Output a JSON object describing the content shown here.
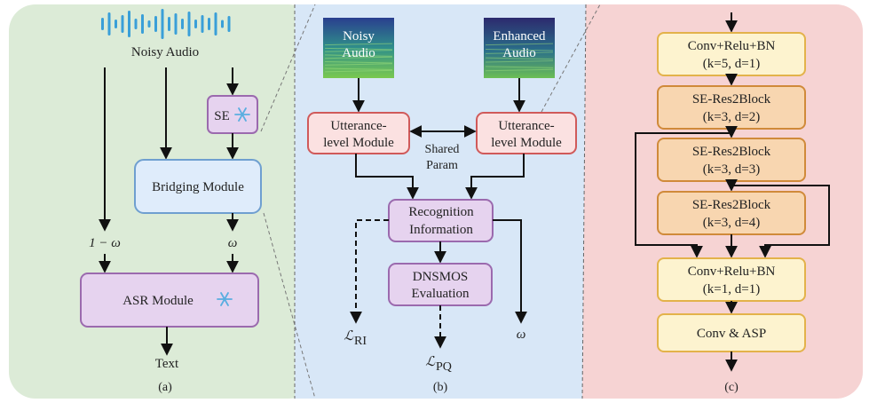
{
  "panel_a": {
    "caption": "(a)",
    "noisy_audio": "Noisy Audio",
    "se": "SE",
    "bridging_module": "Bridging Module",
    "asr_module": "ASR Module",
    "one_minus_omega": "1 − ω",
    "omega": "ω",
    "text_output": "Text"
  },
  "panel_b": {
    "caption": "(b)",
    "noisy_audio": [
      "Noisy",
      "Audio"
    ],
    "enhanced_audio": [
      "Enhanced",
      "Audio"
    ],
    "utterance_left": [
      "Utterance-",
      "level Module"
    ],
    "utterance_right": [
      "Utterance-",
      "level Module"
    ],
    "shared_param": [
      "Shared",
      "Param"
    ],
    "recognition": [
      "Recognition",
      "Information"
    ],
    "dnsmos": [
      "DNSMOS",
      "Evaluation"
    ],
    "loss_ri": "ℒ",
    "loss_ri_sub": "RI",
    "loss_pq": "ℒ",
    "loss_pq_sub": "PQ",
    "omega": "ω"
  },
  "panel_c": {
    "caption": "(c)",
    "block1": [
      "Conv+Relu+BN",
      "(k=5, d=1)"
    ],
    "block2": [
      "SE-Res2Block",
      "(k=3, d=2)"
    ],
    "block3": [
      "SE-Res2Block",
      "(k=3, d=3)"
    ],
    "block4": [
      "SE-Res2Block",
      "(k=3, d=4)"
    ],
    "block5": [
      "Conv+Relu+BN",
      "(k=1, d=1)"
    ],
    "block6": "Conv & ASP"
  },
  "colors": {
    "panel_a_bg": "#dcebd7",
    "panel_b_bg": "#d8e7f7",
    "panel_c_bg": "#f6d3d3",
    "purple_fill": "#e6d3ef",
    "purple_stroke": "#9b6aae",
    "blue_fill": "#dfecfb",
    "blue_stroke": "#6f9fd0",
    "red_fill": "#fbe1e1",
    "red_stroke": "#d05a5a",
    "yellow_fill": "#fdf3cf",
    "yellow_stroke": "#e3b24a",
    "orange_fill": "#f8d6b0",
    "orange_stroke": "#d08a3a",
    "wave": "#3a9fd8",
    "snowflake": "#5aaee0"
  }
}
